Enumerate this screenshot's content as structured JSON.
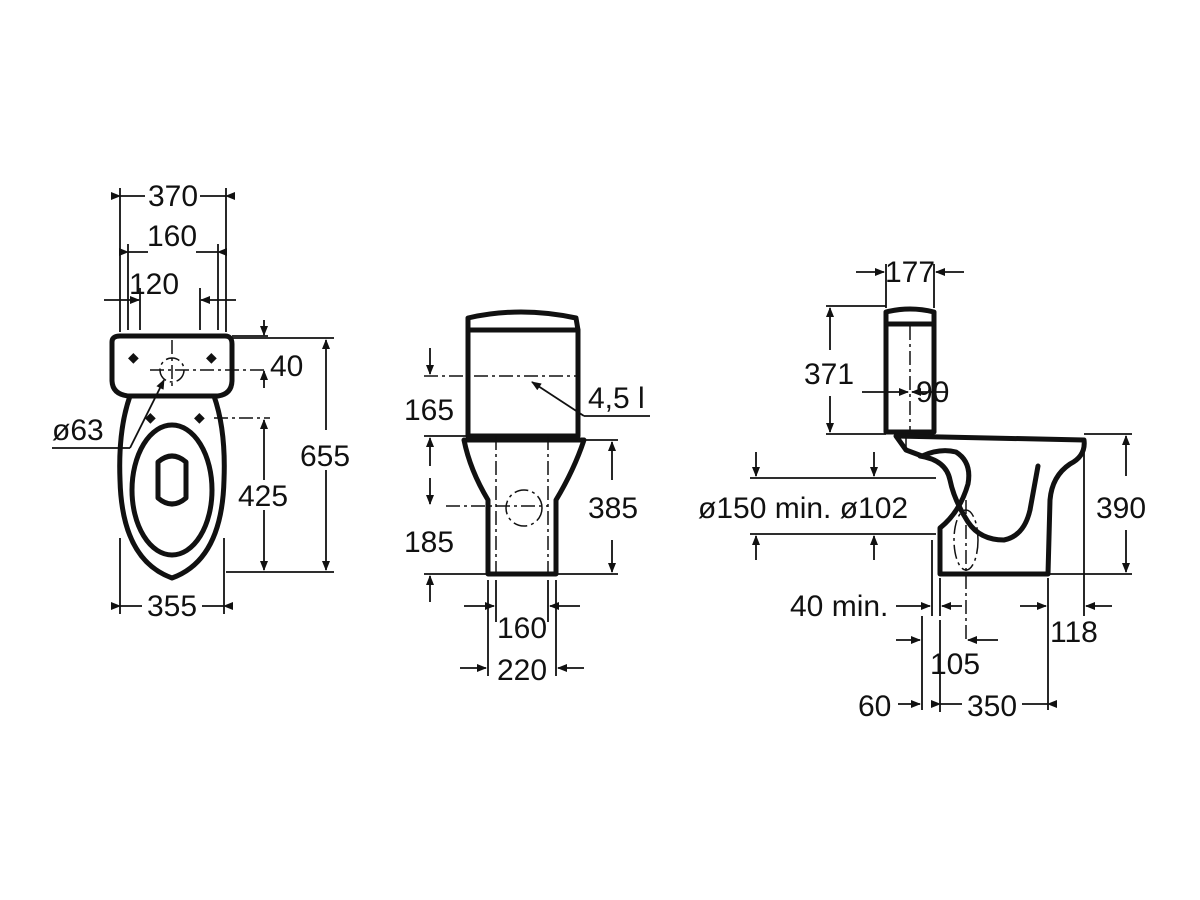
{
  "front_view": {
    "width_top": "370",
    "tank_holes": "160",
    "fixing_holes": "120",
    "top_offset": "40",
    "inlet_diameter": "ø63",
    "bowl_height": "425",
    "overall_height": "655",
    "base_width": "355"
  },
  "rear_view": {
    "tank_upper": "165",
    "capacity": "4,5 l",
    "outlet_height": "185",
    "pan_height": "385",
    "pan_fixing": "160",
    "pan_width": "220"
  },
  "side_view": {
    "tank_depth": "177",
    "tank_height": "371",
    "tank_offset": "90",
    "waste_diameter": "ø150 min. ø102",
    "pan_height": "390",
    "wall_clearance": "40 min.",
    "rear_overhang": "118",
    "outlet_from_back": "105",
    "outlet_offset": "60",
    "pan_projection": "350"
  },
  "colors": {
    "line": "#111111",
    "background": "#ffffff"
  }
}
